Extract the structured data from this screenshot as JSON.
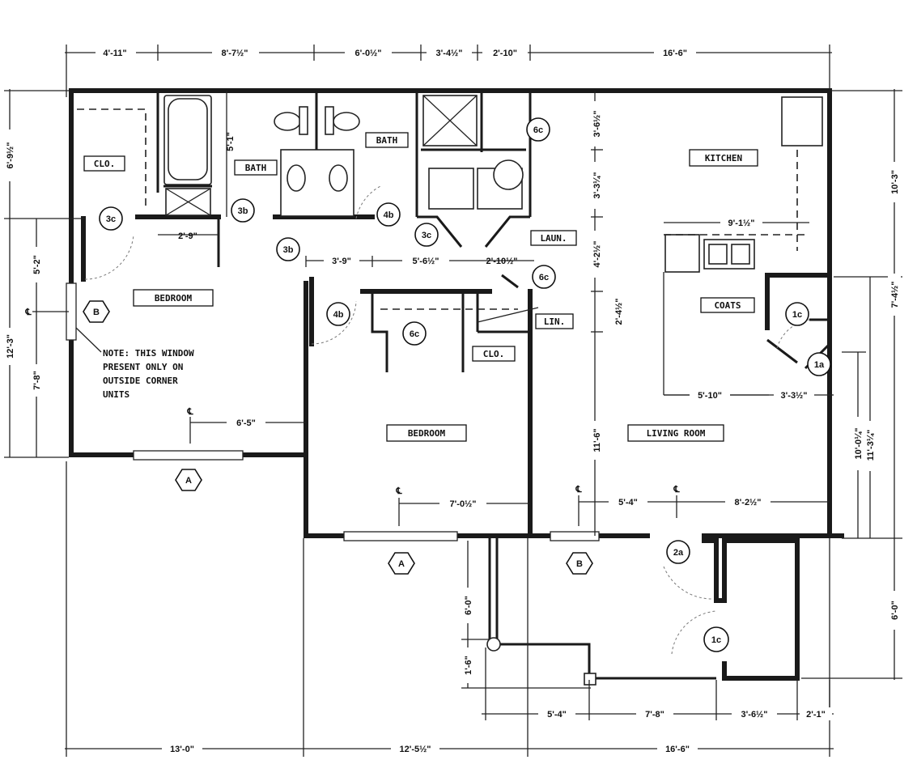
{
  "rooms": {
    "clo_1": "CLO.",
    "bath_1": "BATH",
    "bath_2": "BATH",
    "kitchen": "KITCHEN",
    "laun": "LAUN.",
    "bedroom_1": "BEDROOM",
    "bedroom_2": "BEDROOM",
    "lin": "LIN.",
    "clo_2": "CLO.",
    "coats": "COATS",
    "living_room": "LIVING ROOM"
  },
  "note": {
    "line1": "NOTE:  THIS WINDOW",
    "line2": "PRESENT ONLY ON",
    "line3": "OUTSIDE CORNER",
    "line4": "UNITS"
  },
  "door_tags": {
    "t3c_a": "3c",
    "t3b_a": "3b",
    "t3b_b": "3b",
    "t4b_a": "4b",
    "t3c_b": "3c",
    "t6c_a": "6c",
    "t6c_b": "6c",
    "t4b_b": "4b",
    "t6c_c": "6c",
    "t1c_a": "1c",
    "t1a": "1a",
    "t2a": "2a",
    "t1c_b": "1c"
  },
  "window_tags": {
    "b_left": "B",
    "a_left": "A",
    "a_mid": "A",
    "b_mid": "B"
  },
  "dimensions": {
    "top_1": "4'-11\"",
    "top_2": "8'-7½\"",
    "top_3": "6'-0½\"",
    "top_4": "3'-4½\"",
    "top_5": "2'-10\"",
    "top_6": "16'-6\"",
    "bot_1": "13'-0\"",
    "bot_2": "12'-5½\"",
    "bot_3": "16'-6\"",
    "left_1": "6'-9½\"",
    "left_2": "5'-2\"",
    "left_3": "7'-8\"",
    "left_4": "12'-3\"",
    "right_1": "10'-3\"",
    "right_2": "7'-4½\"",
    "right_3": "11'-3¼\"",
    "right_4": "6'-0\"",
    "bath_h": "5'-1\"",
    "closet_w": "2'-9\"",
    "hall_1": "3'-9\"",
    "hall_2": "5'-6½\"",
    "hall_3": "2'-10½\"",
    "laun_v1": "3'-6½\"",
    "laun_v2": "3'-3¼\"",
    "laun_v3": "4'-2½\"",
    "lin_v": "2'-4½\"",
    "kitchen_w": "9'-1½\"",
    "kitchen_b": "5'-10\"",
    "coats_w": "3'-3½\"",
    "lr_depth": "10'-0¼\"",
    "bed1_w": "6'-5\"",
    "bed2_w": "7'-0½\"",
    "lr_w1": "5'-4\"",
    "lr_w2": "8'-2½\"",
    "bed2_h": "11'-6\"",
    "patio_v1": "6'-0\"",
    "patio_v2": "1'-6\"",
    "patio_1": "5'-4\"",
    "patio_2": "7'-8\"",
    "patio_3": "3'-6½\"",
    "patio_4": "2'-1\""
  },
  "centerline_mark": "℄"
}
